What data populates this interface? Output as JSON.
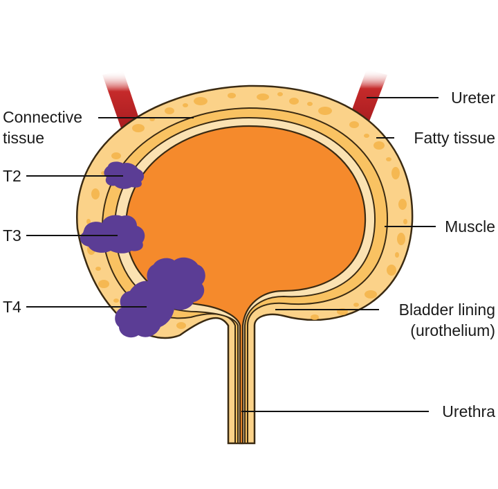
{
  "labels": {
    "connective_tissue_line1": "Connective",
    "connective_tissue_line2": "tissue",
    "t2": "T2",
    "t3": "T3",
    "t4": "T4",
    "ureter": "Ureter",
    "fatty_tissue": "Fatty tissue",
    "muscle": "Muscle",
    "bladder_lining_line1": "Bladder lining",
    "bladder_lining_line2": "(urothelium)",
    "urethra": "Urethra"
  },
  "colors": {
    "outer_wall": "#f8b43c",
    "fatty_layer": "#fbd289",
    "fat_globule": "#f7bc5a",
    "muscle_ring": "#f9c262",
    "lining": "#fbe2b2",
    "interior": "#f58a2c",
    "ureter": "#b51f24",
    "tumour": "#5b3d95",
    "outline": "#3a2a12"
  },
  "icons": {
    "tumour_t2": "tumour-blob",
    "tumour_t3": "tumour-blob",
    "tumour_t4": "tumour-blob"
  }
}
